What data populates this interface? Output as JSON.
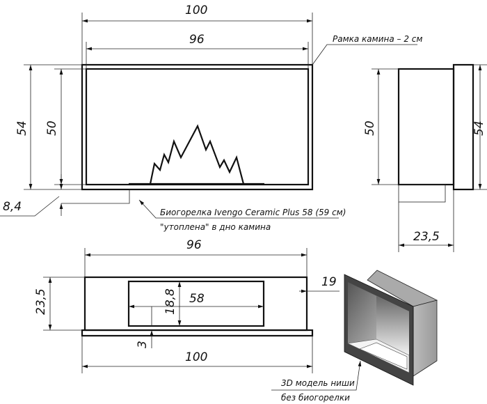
{
  "front_view": {
    "dim_overall_width": "100",
    "dim_inner_width": "96",
    "dim_overall_height": "54",
    "dim_inner_height": "50",
    "dim_burner_depth": "8,4",
    "frame_note": "Рамка камина – 2 см",
    "burner_note_line1": "Биогорелка Ivengo Ceramic Plus 58 (59 см)",
    "burner_note_line2": "\"утоплена\" в дно камина"
  },
  "side_view": {
    "dim_inner_height": "50",
    "dim_overall_height": "54",
    "dim_depth": "23,5"
  },
  "top_view": {
    "dim_inner_width": "96",
    "dim_overall_width": "100",
    "dim_depth": "23,5",
    "dim_burner_depth": "18,8",
    "dim_burner_width": "58",
    "dim_offset": "3",
    "dim_side": "19"
  },
  "model_3d": {
    "note_line1": "3D модель ниши",
    "note_line2": "без биогорелки"
  }
}
